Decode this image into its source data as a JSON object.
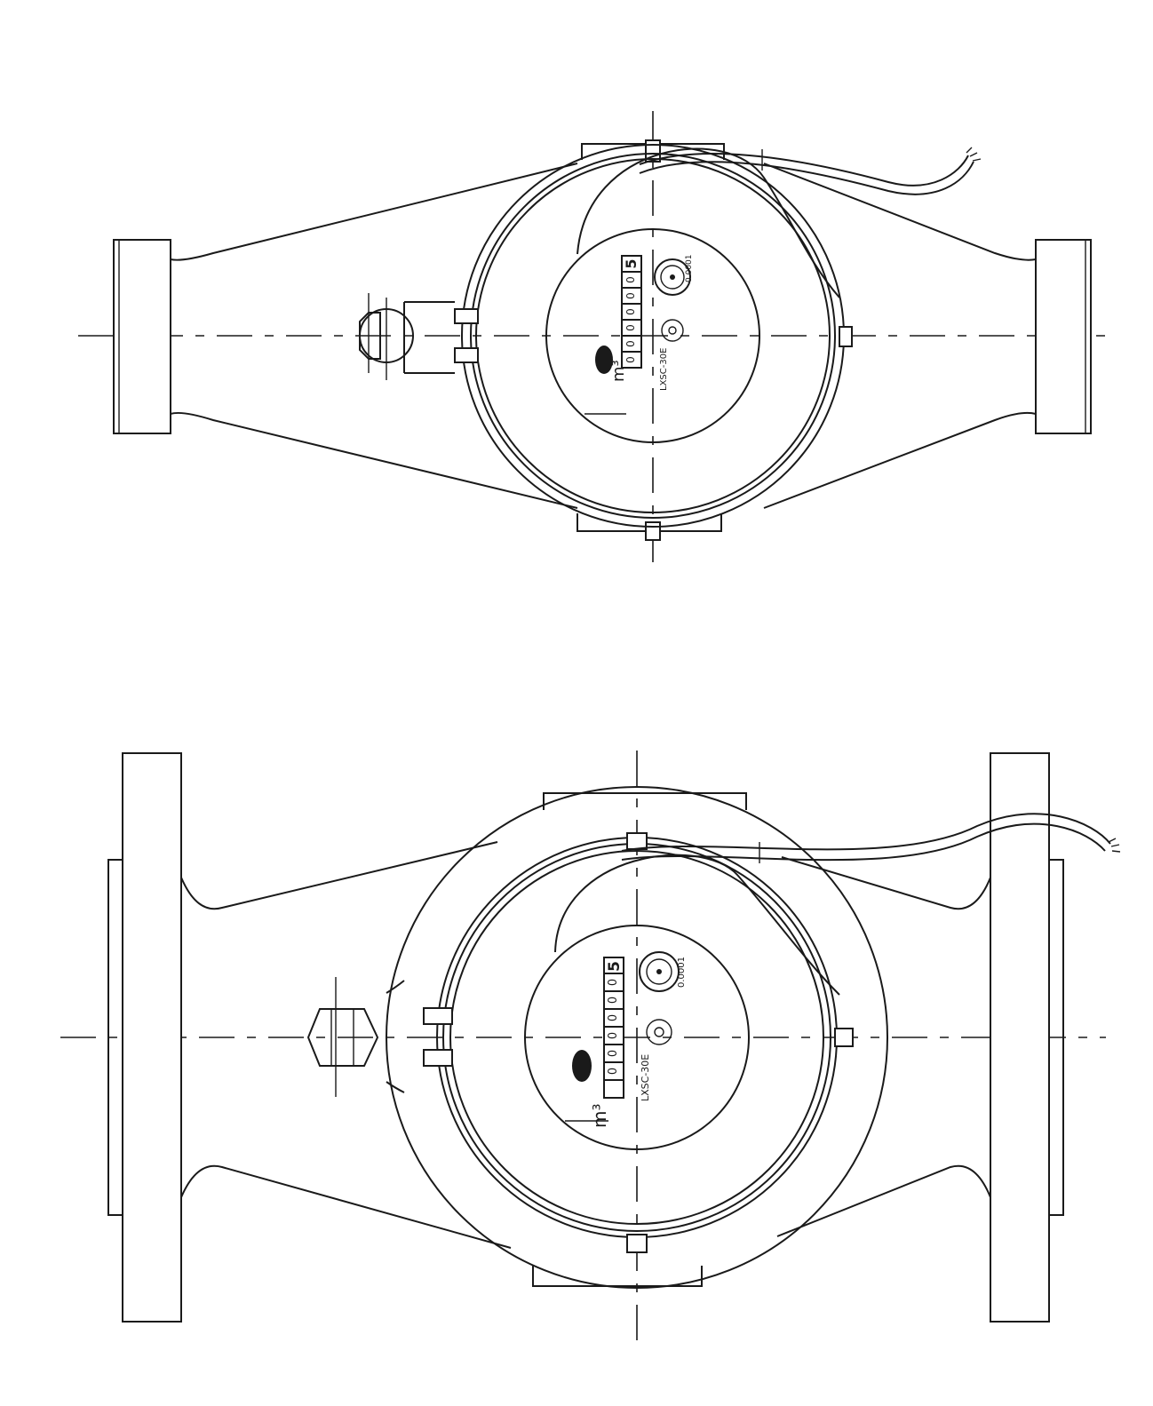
{
  "drawing": {
    "stroke_color": "#1a1a1a",
    "background": "#ffffff",
    "views": [
      {
        "name": "threaded-connection-meter",
        "dial": {
          "unit_label": "m³",
          "digits": [
            "0",
            "0",
            "0",
            "0",
            "0",
            "0"
          ],
          "top_digit": "5",
          "model_label": "LXSC-30E",
          "scale_label": "0.0001"
        }
      },
      {
        "name": "flanged-connection-meter",
        "dial": {
          "unit_label": "m³",
          "digits": [
            "0",
            "0",
            "0",
            "0",
            "0",
            "0"
          ],
          "top_digit": "5",
          "model_label": "LXSC-30E",
          "scale_label": "0.0001"
        }
      }
    ]
  }
}
